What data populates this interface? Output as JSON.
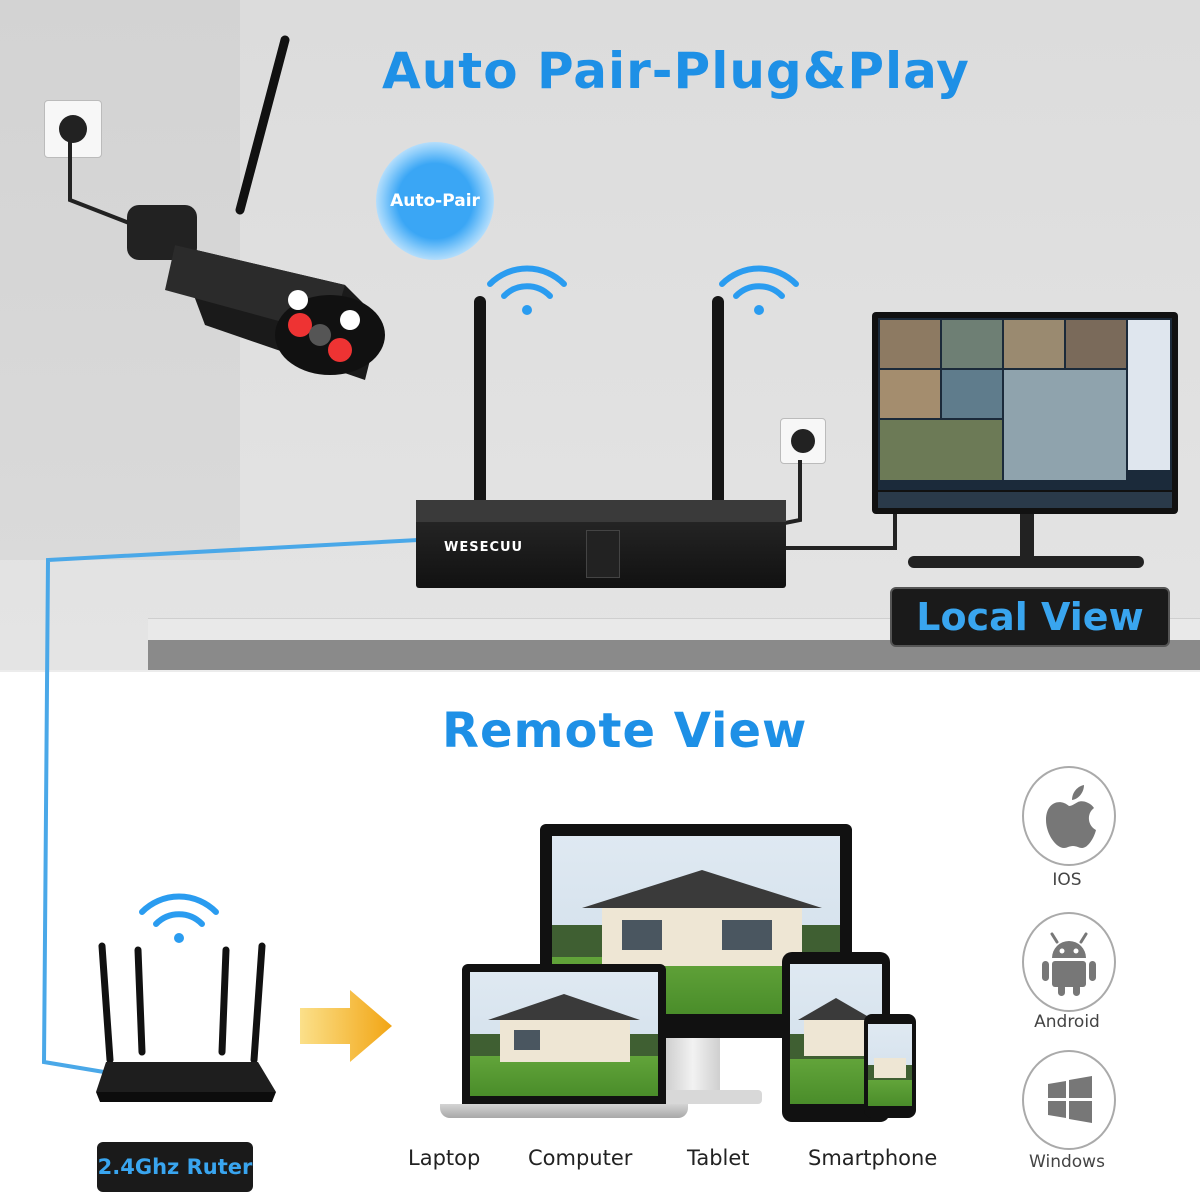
{
  "headline": "Auto Pair-Plug&Play",
  "auto_pair_label": "Auto-Pair",
  "nvr_brand": "WESECUU",
  "local_view_label": "Local View",
  "remote_view_label": "Remote View",
  "router_label": "2.4Ghz Ruter",
  "devices": [
    {
      "label": "Laptop"
    },
    {
      "label": "Computer"
    },
    {
      "label": "Tablet"
    },
    {
      "label": "Smartphone"
    }
  ],
  "platforms": [
    {
      "label": "IOS",
      "icon": "apple-icon"
    },
    {
      "label": "Android",
      "icon": "android-icon"
    },
    {
      "label": "Windows",
      "icon": "windows-icon"
    }
  ],
  "colors": {
    "accent": "#1e90e6",
    "badge_bg": "#1a1a1a",
    "arrow": "#f5b72a",
    "cable": "#4aa8e8"
  }
}
